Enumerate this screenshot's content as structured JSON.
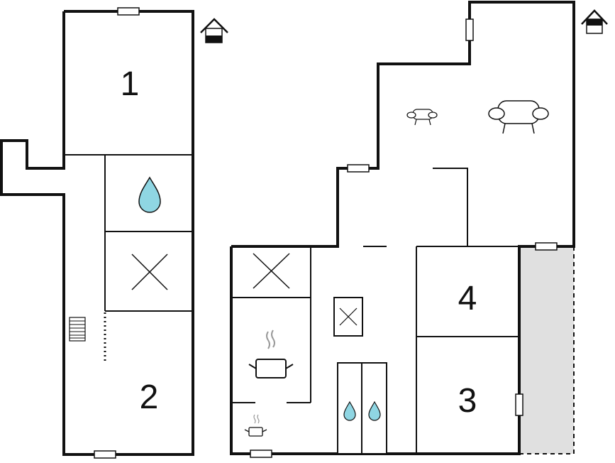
{
  "floorplan": {
    "left_unit": {
      "rooms": [
        {
          "number": "1",
          "kind": "bedroom"
        },
        {
          "number": "2",
          "kind": "bedroom"
        }
      ],
      "features": [
        "water-drop-icon",
        "toilet-x-icon",
        "stairs-icon",
        "house-entrance-icon"
      ]
    },
    "right_unit": {
      "rooms": [
        {
          "number": "4",
          "kind": "bedroom"
        },
        {
          "number": "3",
          "kind": "bedroom"
        }
      ],
      "features": [
        "living-room-sofa-icon",
        "toilet-x-icon",
        "kitchen-pot-icon",
        "water-drop-icon",
        "house-entrance-icon",
        "terrace-area"
      ]
    },
    "colors": {
      "wall": "#111111",
      "water": "#8fd6e3",
      "terrace": "#e0e0e0",
      "background": "#ffffff"
    }
  }
}
